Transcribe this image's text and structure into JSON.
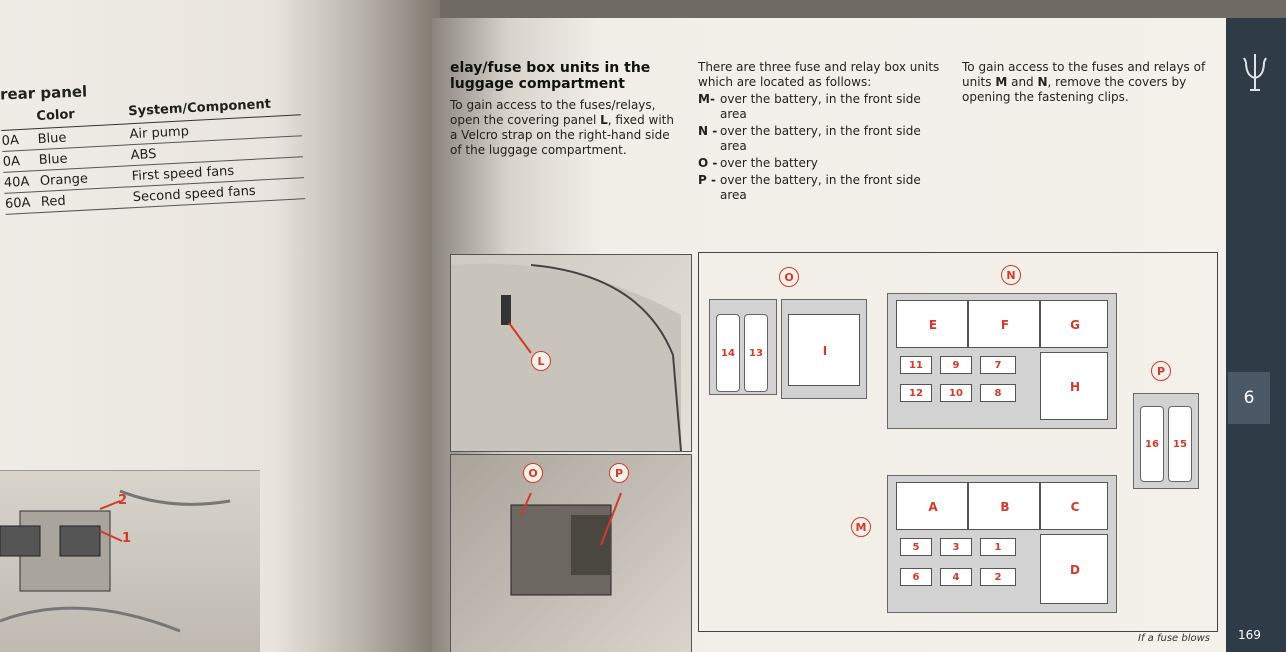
{
  "left_page": {
    "title": "rear panel",
    "columns": [
      "",
      "Color",
      "System/Component"
    ],
    "rows": [
      {
        "amp": "0A",
        "color": "Blue",
        "component": "Air pump"
      },
      {
        "amp": "0A",
        "color": "Blue",
        "component": "ABS"
      },
      {
        "amp": "40A",
        "color": "Orange",
        "component": "First speed fans"
      },
      {
        "amp": "60A",
        "color": "Red",
        "component": "Second speed fans"
      }
    ],
    "figure_labels": [
      "2",
      "1"
    ]
  },
  "right_page": {
    "section_title": "elay/fuse box units in the luggage compartment",
    "intro_pre": "To gain access to the fuses/relays, open the covering panel ",
    "intro_key": "L",
    "intro_post": ", fixed with a Velcro strap on the right-hand side of the luggage compartment.",
    "locations_intro": "There are three fuse and relay box units which are located as follows:",
    "locations": [
      {
        "key": "M-",
        "text": "over the battery, in the front side area"
      },
      {
        "key": "N -",
        "text": "over the battery, in the front side area"
      },
      {
        "key": "O -",
        "text": "over the battery"
      },
      {
        "key": "P -",
        "text": "over the battery, in the front side area"
      }
    ],
    "access_pre": "To gain access to the fuses and relays of units ",
    "access_m": "M",
    "access_and": " and ",
    "access_n": "N",
    "access_post": ", remove the covers by opening the fastening clips.",
    "photo_labels": {
      "l": "L",
      "o": "O",
      "p": "P"
    },
    "footer": "If a fuse blows",
    "page_number": "169",
    "chapter": "6"
  },
  "diagram": {
    "units": {
      "O": "O",
      "N": "N",
      "P": "P",
      "M": "M"
    },
    "o_slots": [
      "14",
      "13"
    ],
    "o_relay": "I",
    "n_relays": [
      "E",
      "F",
      "G",
      "H"
    ],
    "n_fuses": [
      "11",
      "9",
      "7",
      "12",
      "10",
      "8"
    ],
    "p_slots": [
      "16",
      "15"
    ],
    "m_relays": [
      "A",
      "B",
      "C",
      "D"
    ],
    "m_fuses": [
      "5",
      "3",
      "1",
      "6",
      "4",
      "2"
    ]
  },
  "colors": {
    "accent_red": "#d23a2a",
    "side_strip": "#2f3b46"
  }
}
